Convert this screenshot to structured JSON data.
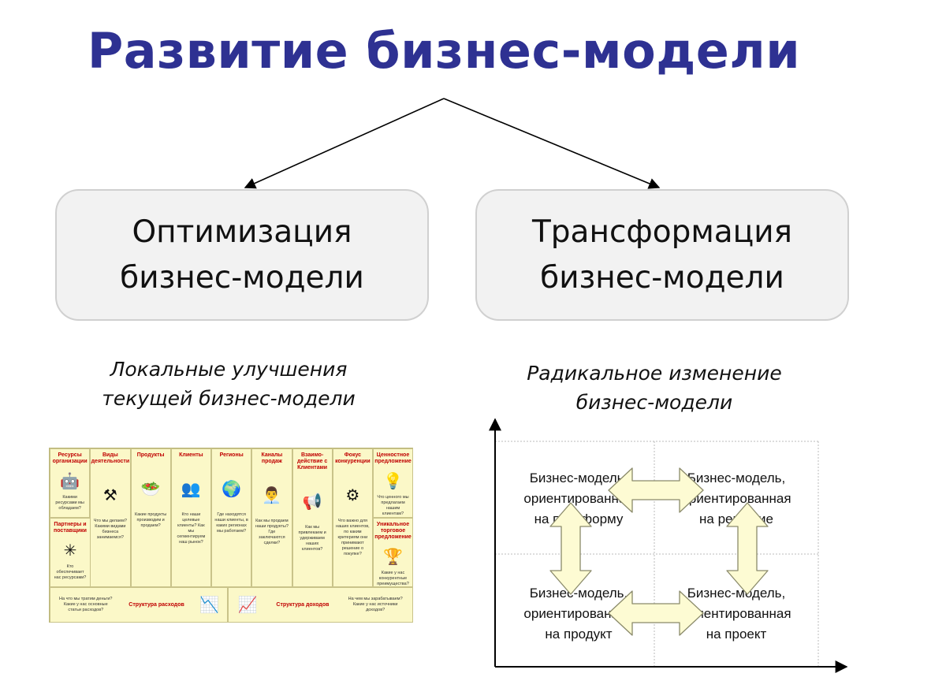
{
  "title": "Развитие бизнес-модели",
  "left": {
    "box_lines": [
      "Оптимизация",
      "бизнес-модели"
    ],
    "caption_lines": [
      "Локальные улучшения",
      "текущей бизнес-модели"
    ]
  },
  "right": {
    "box_lines": [
      "Трансформация",
      "бизнес-модели"
    ],
    "caption_lines": [
      "Радикальное изменение",
      "бизнес-модели"
    ]
  },
  "canvas": {
    "top_cells": [
      {
        "head": "Ресурсы организации",
        "icon": "robot-icon",
        "glyph": "🤖",
        "desc": "Какими ресурсами мы обладаем?"
      },
      {
        "head": "Виды деятельности",
        "icon": "tools-icon",
        "glyph": "⚒",
        "desc": "Что мы делаем? Какими видами бизнеса занимаемся?"
      },
      {
        "head": "Продукты",
        "icon": "bowl-icon",
        "glyph": "🥗",
        "desc": "Какие продукты производим и продаем?"
      },
      {
        "head": "Клиенты",
        "icon": "people-icon",
        "glyph": "👥",
        "desc": "Кто наши целевые клиенты? Как мы сегментируем наш рынок?"
      },
      {
        "head": "Регионы",
        "icon": "globe-icon",
        "glyph": "🌍",
        "desc": "Где находятся наши клиенты, в каких регионах мы работаем?"
      },
      {
        "head": "Каналы продаж",
        "icon": "meeting-icon",
        "glyph": "👨‍💼",
        "desc": "Как мы продаем наши продукты? Где заключаются сделки?"
      },
      {
        "head": "Взаимо-действие с Клиентами",
        "icon": "megaphone-icon",
        "glyph": "📢",
        "desc": "Как мы привлекаем и удерживаем наших клиентов?"
      },
      {
        "head": "Фокус конкуренции",
        "icon": "network-icon",
        "glyph": "⚙",
        "desc": "Что важно для наших клиентов, по каким критериям они принимают решение о покупке?"
      }
    ],
    "partners": {
      "head": "Партнеры и поставщики",
      "icon": "nodes-icon",
      "glyph": "✳",
      "desc": "Кто обеспечивает нас ресурсами?"
    },
    "value": {
      "head": "Ценностное предложение",
      "icon": "bulb-icon",
      "glyph": "💡",
      "desc": "Что ценного мы предлагаем нашим клиентам?"
    },
    "usp": {
      "head": "Уникальное торговое предложение",
      "icon": "podium-icon",
      "glyph": "🏆",
      "desc": "Какие у нас конкурентные преимущества?"
    },
    "costs": {
      "question": "На что мы тратим деньги? Какие у нас основные статьи расходов?",
      "head": "Структура расходов",
      "icon": "chart-down-icon",
      "glyph": "📉"
    },
    "revenue": {
      "icon": "chart-up-icon",
      "glyph": "📈",
      "head": "Структура доходов",
      "question": "На чем мы зарабатываем? Какие у нас источники доходов?"
    }
  },
  "quadrant": {
    "top_left": [
      "Бизнес-модель,",
      "ориентированная",
      "на платформу"
    ],
    "top_right": [
      "Бизнес-модель,",
      "ориентированная",
      "на решение"
    ],
    "bottom_left": [
      "Бизнес-модель,",
      "ориентированная",
      "на продукт"
    ],
    "bottom_right": [
      "Бизнес-модель,",
      "ориентированная",
      "на проект"
    ]
  },
  "colors": {
    "title": "#2e3192",
    "box_fill": "#f2f2f2",
    "box_border": "#d0d0d0",
    "canvas_fill": "#fbf8c8",
    "canvas_head": "#c00000",
    "arrow_fill": "#fdfbd3",
    "arrow_stroke": "#8a8a6a"
  }
}
